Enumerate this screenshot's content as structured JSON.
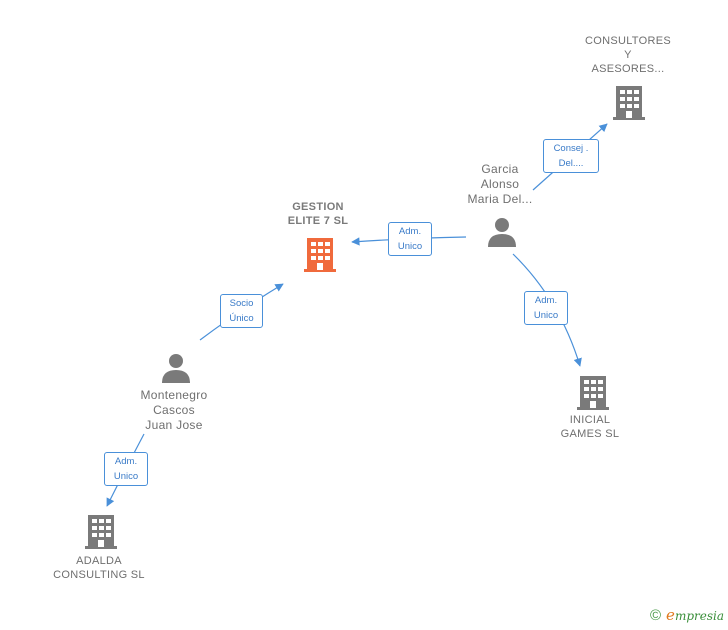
{
  "nodes": {
    "consultores": {
      "lines": [
        "CONSULTORES",
        "Y",
        "ASESORES..."
      ],
      "kind": "company"
    },
    "gestion": {
      "lines": [
        "GESTION",
        "ELITE 7  SL"
      ],
      "kind": "company-main"
    },
    "garcia": {
      "lines": [
        "Garcia",
        "Alonso",
        "Maria Del..."
      ],
      "kind": "person"
    },
    "montenegro": {
      "lines": [
        "Montenegro",
        "Cascos",
        "Juan Jose"
      ],
      "kind": "person"
    },
    "inicial": {
      "lines": [
        "INICIAL",
        "GAMES  SL"
      ],
      "kind": "company"
    },
    "adalda": {
      "lines": [
        "ADALDA",
        "CONSULTING SL"
      ],
      "kind": "company"
    }
  },
  "edges": {
    "consej": {
      "lines": [
        "Consej .",
        "Del...."
      ]
    },
    "adm_gestion": {
      "lines": [
        "Adm.",
        "Unico"
      ]
    },
    "socio": {
      "lines": [
        "Socio",
        "Único"
      ]
    },
    "adm_inicial": {
      "lines": [
        "Adm.",
        "Unico"
      ]
    },
    "adm_adalda": {
      "lines": [
        "Adm.",
        "Unico"
      ]
    }
  },
  "colors": {
    "main_company": "#f06a3c",
    "company": "#7a7a7a",
    "person": "#7a7a7a",
    "edge": "#4a90d9"
  },
  "footer": {
    "copyright": "©",
    "brand_initial": "e",
    "brand_rest": "mpresia"
  }
}
